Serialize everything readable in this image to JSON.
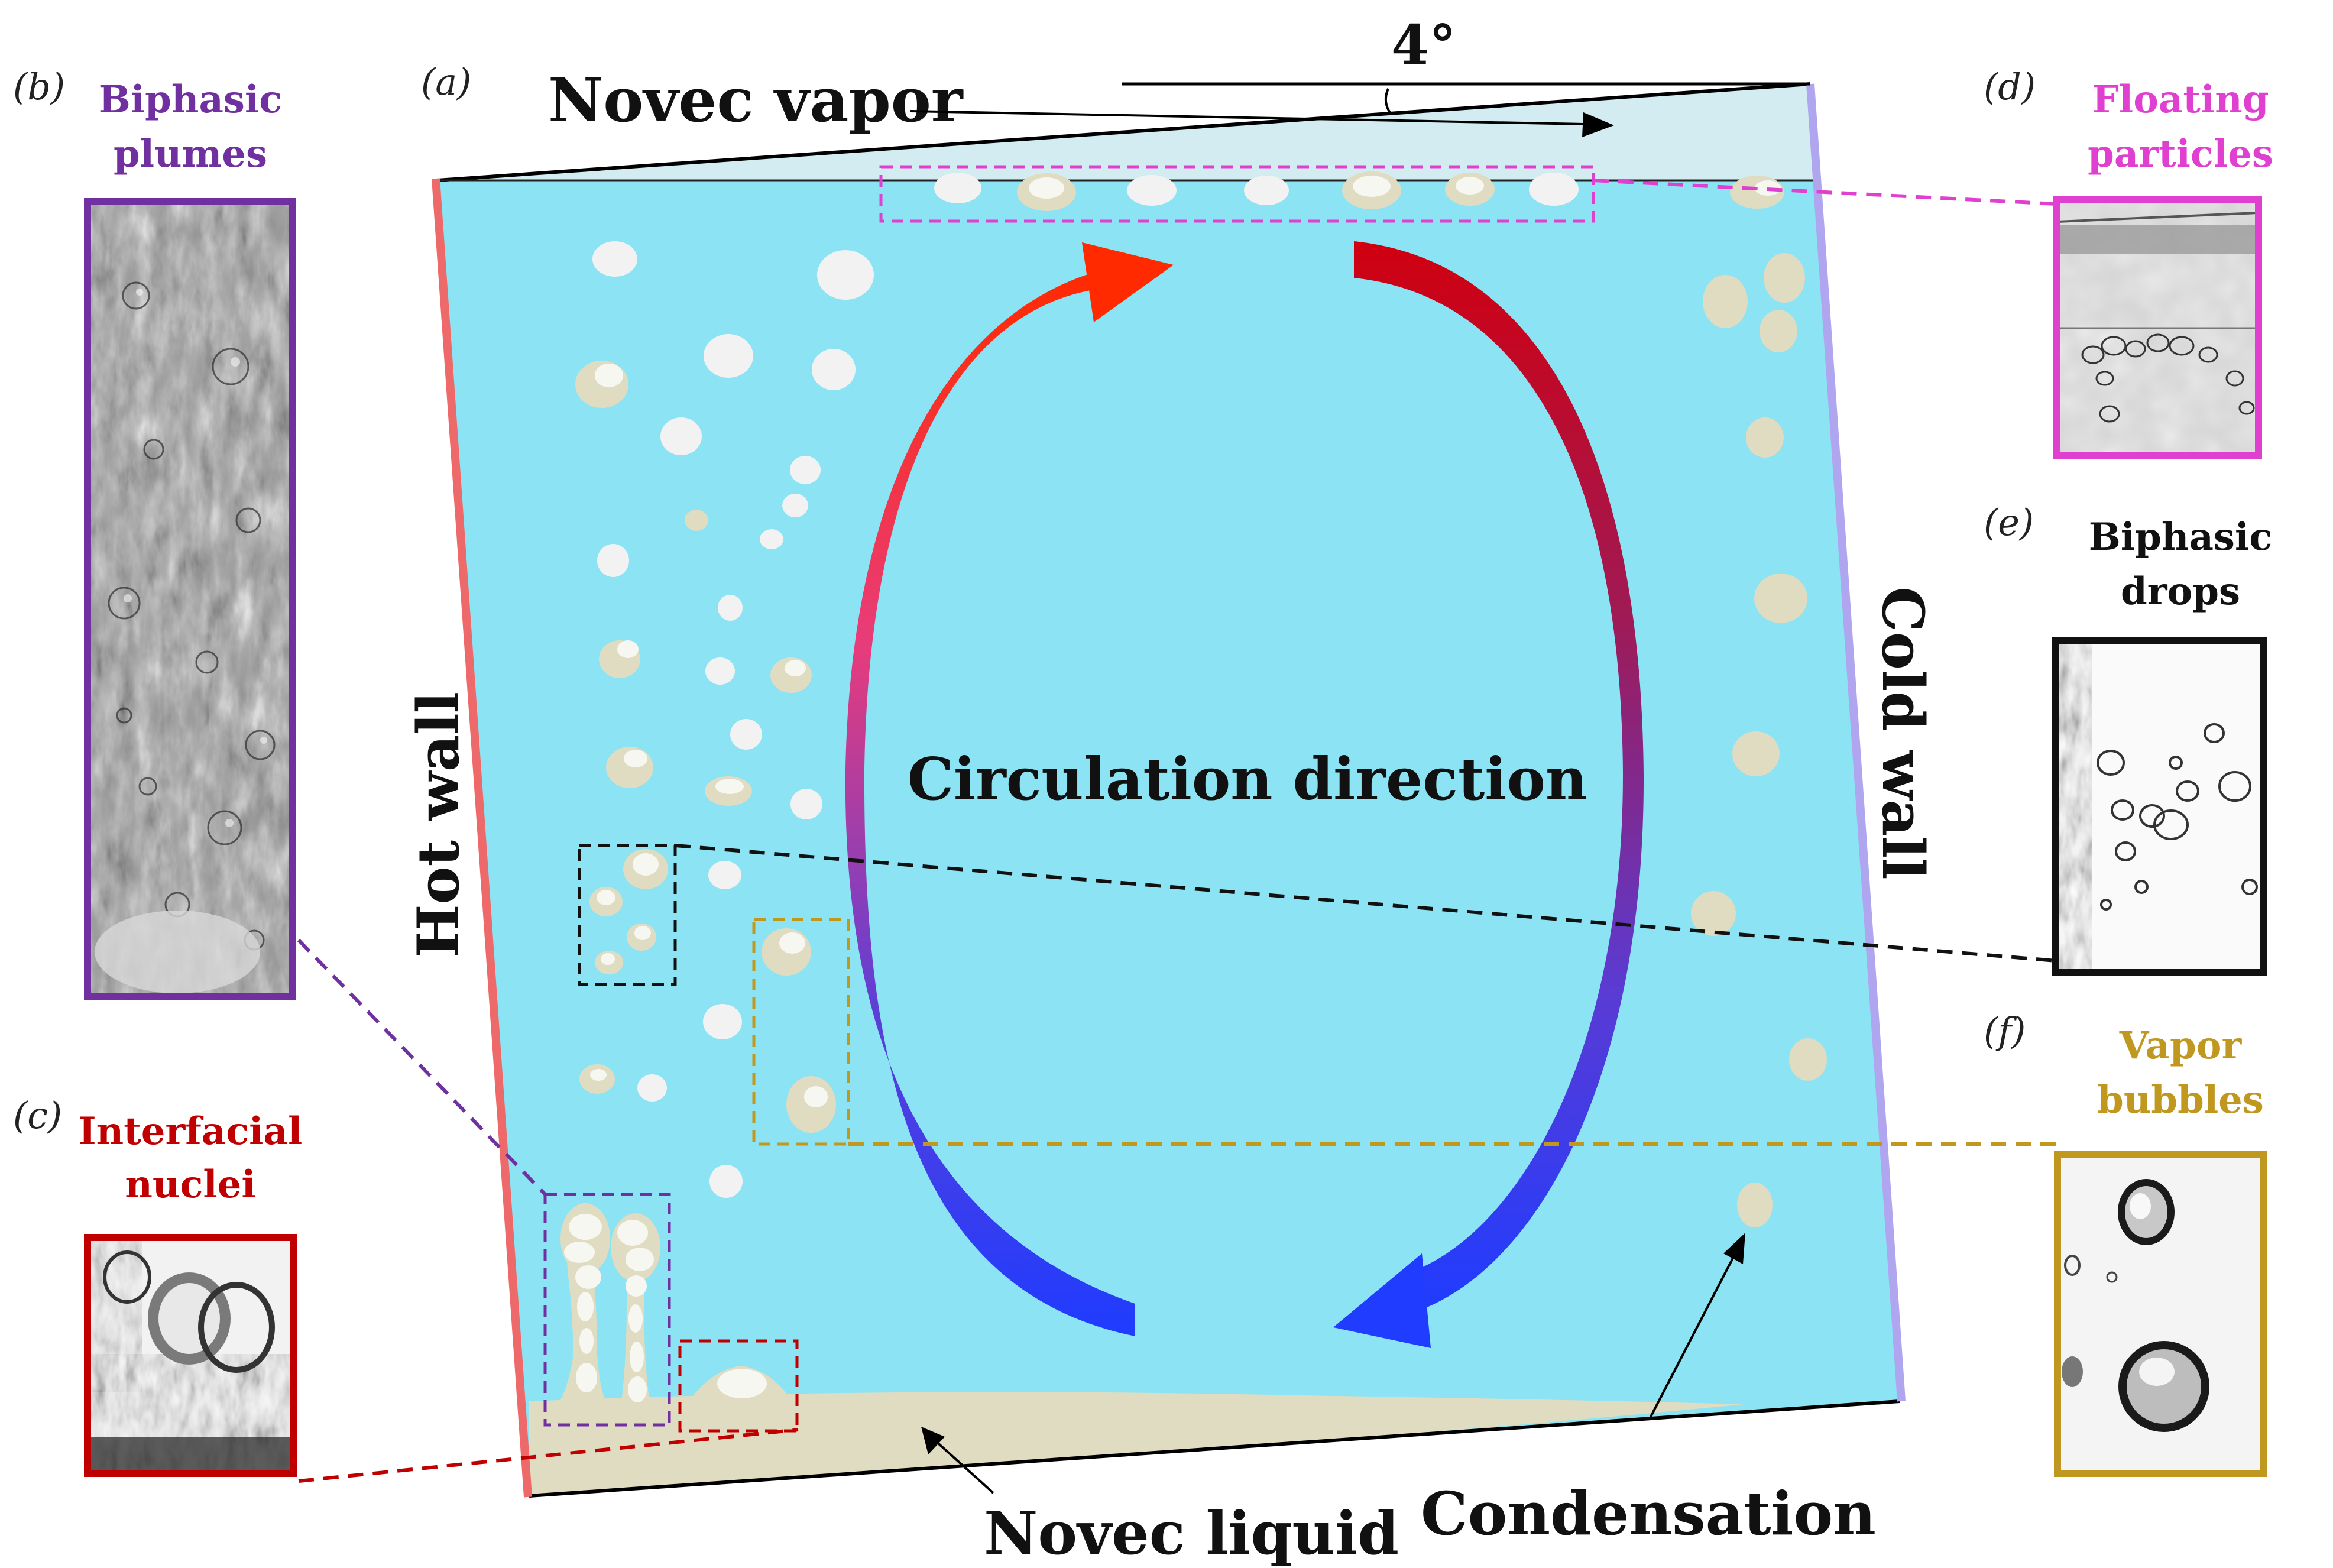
{
  "panels": {
    "a": "(a)",
    "b": "(b)",
    "c": "(c)",
    "d": "(d)",
    "e": "(e)",
    "f": "(f)"
  },
  "labels": {
    "angle": "4°",
    "vapor": "Novec vapor",
    "liquid": "Novec liquid",
    "condensation": "Condensation",
    "circulation": "Circulation direction",
    "hot_wall": "Hot wall",
    "cold_wall": "Cold wall"
  },
  "insets": {
    "b": {
      "line1": "Biphasic",
      "line2": "plumes",
      "color": "#7030a0"
    },
    "c": {
      "line1": "Interfacial",
      "line2": "nuclei",
      "color": "#c00000"
    },
    "d": {
      "line1": "Floating",
      "line2": "particles",
      "color": "#e040d0"
    },
    "e": {
      "line1": "Biphasic",
      "line2": "drops",
      "color": "#111111"
    },
    "f": {
      "line1": "Vapor",
      "line2": "bubbles",
      "color": "#c09820"
    }
  },
  "colors": {
    "liquid_fill": "#8be3f3",
    "vapor_fill": "#d3ecf1",
    "pool_fill": "#e0dcc2",
    "hot_wall": "#ee6a6a",
    "cold_wall": "#b0a6f0",
    "arrow_red": "#ff2a00",
    "arrow_blue": "#1f3cff"
  }
}
